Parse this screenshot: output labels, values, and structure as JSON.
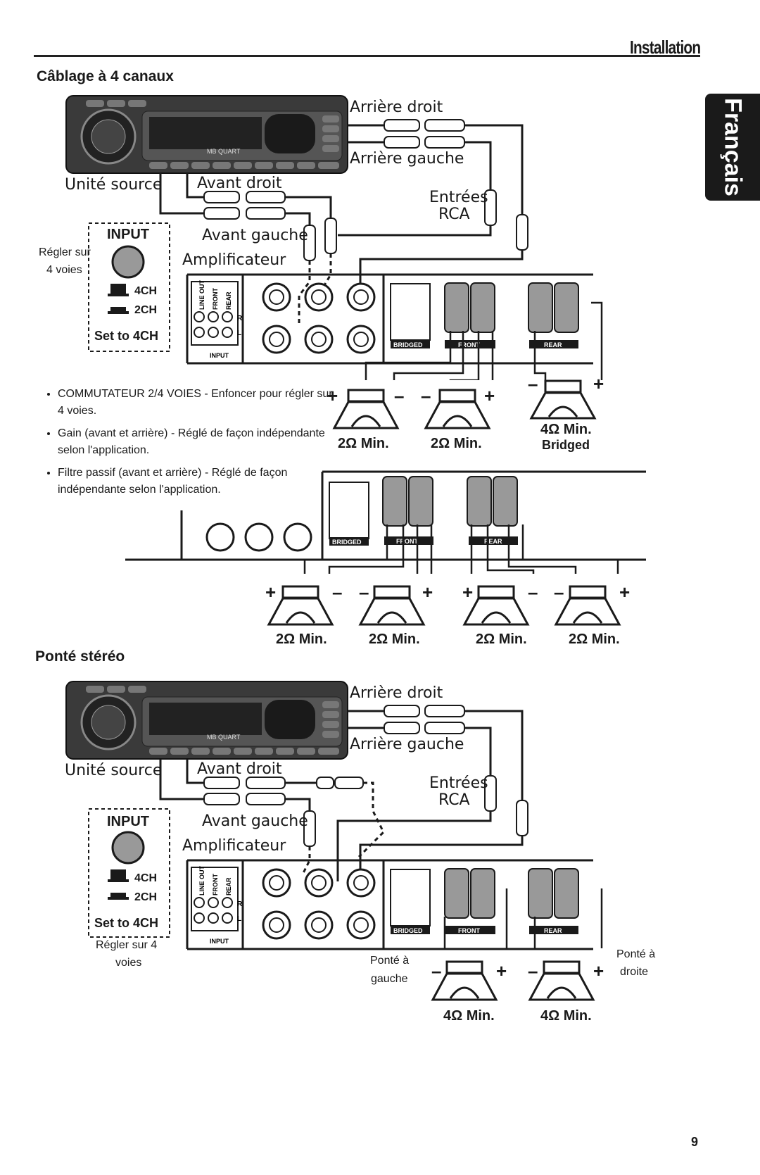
{
  "header": {
    "title": "Installation"
  },
  "side_tab": {
    "label": "Français"
  },
  "page_number": "9",
  "section1": {
    "title": "Câblage à 4 canaux",
    "rear_right": "Arrière droit",
    "rear_left": "Arrière gauche",
    "source_unit": "Unité source",
    "front_right": "Avant droit",
    "front_left": "Avant gauche",
    "rca_inputs_1": "Entrées",
    "rca_inputs_2": "RCA",
    "amplifier": "Amplificateur",
    "input_label": "INPUT",
    "set_4ch_note_1": "Régler sur",
    "set_4ch_note_2": "4 voies",
    "ch4": "4CH",
    "ch2": "2CH",
    "set_to_4ch": "Set to 4CH",
    "min_a": "2Ω Min.",
    "min_b": "2Ω Min.",
    "min_c": "4Ω Min.",
    "bridged": "Bridged"
  },
  "bullets": [
    "COMMUTATEUR 2/4 VOIES - Enfoncer pour régler sur 4 voies.",
    "Gain (avant et arrière) - Réglé de façon indépendante selon l'application.",
    "Filtre passif (avant et arrière) - Réglé de façon indépendante selon l'application."
  ],
  "section2": {
    "min_1": "2Ω Min.",
    "min_2": "2Ω Min.",
    "min_3": "2Ω Min.",
    "min_4": "2Ω Min."
  },
  "section3": {
    "title": "Ponté stéréo",
    "rear_right": "Arrière droit",
    "rear_left": "Arrière gauche",
    "source_unit": "Unité source",
    "front_right": "Avant droit",
    "front_left": "Avant gauche",
    "rca_inputs_1": "Entrées",
    "rca_inputs_2": "RCA",
    "amplifier": "Amplificateur",
    "input_label": "INPUT",
    "ch4": "4CH",
    "ch2": "2CH",
    "set_to_4ch": "Set to 4CH",
    "set_note_1": "Régler sur 4",
    "set_note_2": "voies",
    "bridged_left_1": "Ponté à",
    "bridged_left_2": "gauche",
    "bridged_right_1": "Ponté à",
    "bridged_right_2": "droite",
    "min_1": "4Ω Min.",
    "min_2": "4Ω Min."
  },
  "panel_labels": {
    "bridged": "BRIDGED",
    "front": "FRONT",
    "rear": "REAR",
    "input": "INPUT",
    "line_out": "LINE OUT",
    "front_v": "FRONT",
    "rear_v": "REAR",
    "r": "R",
    "l": "L",
    "brand": "MB QUART"
  }
}
